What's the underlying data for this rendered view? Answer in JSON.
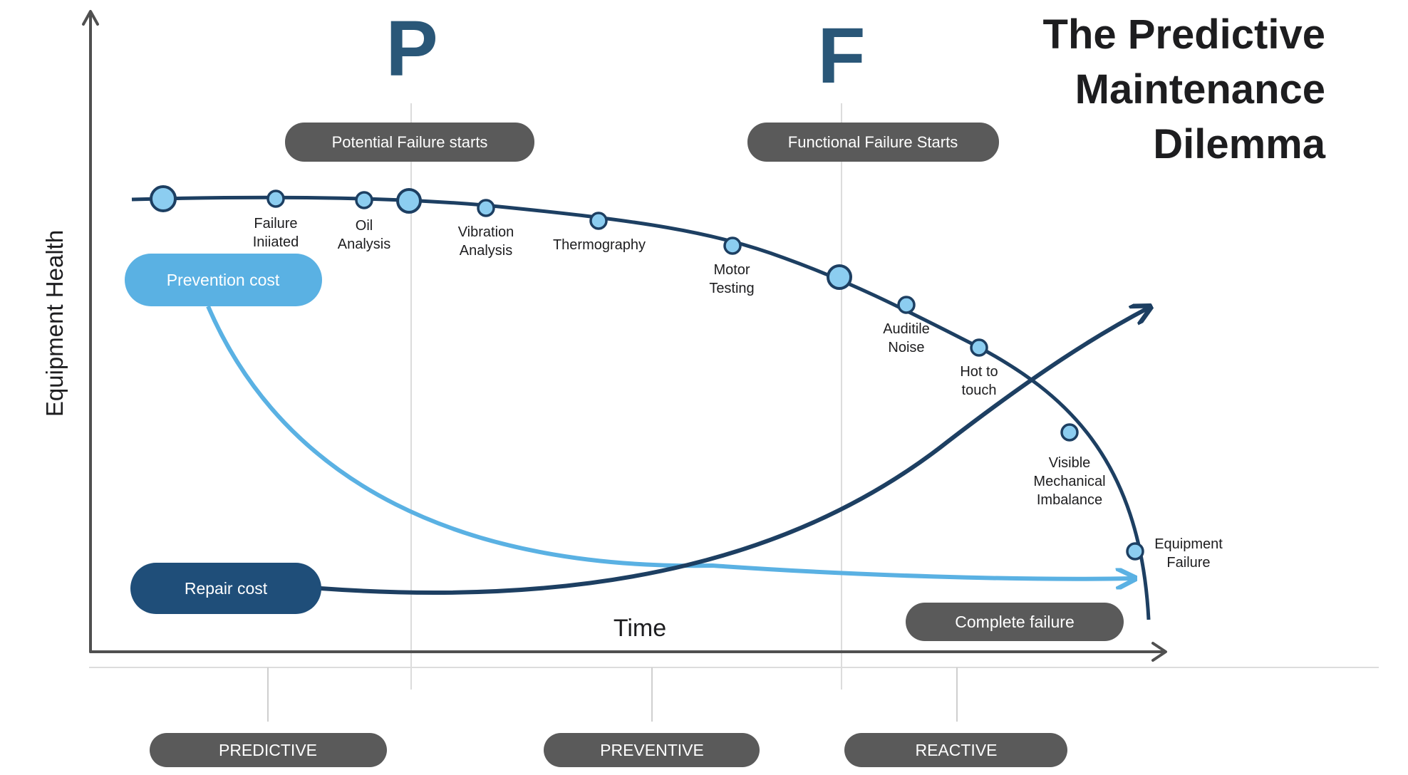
{
  "title": [
    "The Predictive",
    "Maintenance",
    "Dilemma"
  ],
  "markers": {
    "p": "P",
    "f": "F"
  },
  "axes": {
    "y_label": "Equipment Health",
    "x_label": "Time"
  },
  "pills": {
    "potential_failure": "Potential Failure starts",
    "functional_failure": "Functional Failure Starts",
    "prevention_cost": "Prevention cost",
    "repair_cost": "Repair cost",
    "complete_failure": "Complete failure"
  },
  "strategies": [
    "PREDICTIVE",
    "PREVENTIVE",
    "REACTIVE"
  ],
  "health_points": [
    {
      "id": "start",
      "lines": []
    },
    {
      "id": "failure-initiated",
      "lines": [
        "Failure",
        "Iniiated"
      ]
    },
    {
      "id": "oil-analysis",
      "lines": [
        "Oil",
        "Analysis"
      ]
    },
    {
      "id": "p-point",
      "lines": []
    },
    {
      "id": "vibration-analysis",
      "lines": [
        "Vibration",
        "Analysis"
      ]
    },
    {
      "id": "thermography",
      "lines": [
        "Thermography"
      ]
    },
    {
      "id": "motor-testing",
      "lines": [
        "Motor",
        "Testing"
      ]
    },
    {
      "id": "f-point",
      "lines": []
    },
    {
      "id": "auditile-noise",
      "lines": [
        "Auditile",
        "Noise"
      ]
    },
    {
      "id": "hot-to-touch",
      "lines": [
        "Hot to",
        "touch"
      ]
    },
    {
      "id": "visible-mechanical-imbalance",
      "lines": [
        "Visible",
        "Mechanical",
        "Imbalance"
      ]
    },
    {
      "id": "equipment-failure",
      "lines": [
        "Equipment",
        "Failure"
      ]
    }
  ],
  "colors": {
    "dark_navy": "#1f4e79",
    "curve_navy": "#1d3f62",
    "light_blue": "#5ab1e3",
    "pill_gray": "#5a5a5a",
    "axis_gray": "#505050",
    "marker_blue": "#2a5778"
  }
}
